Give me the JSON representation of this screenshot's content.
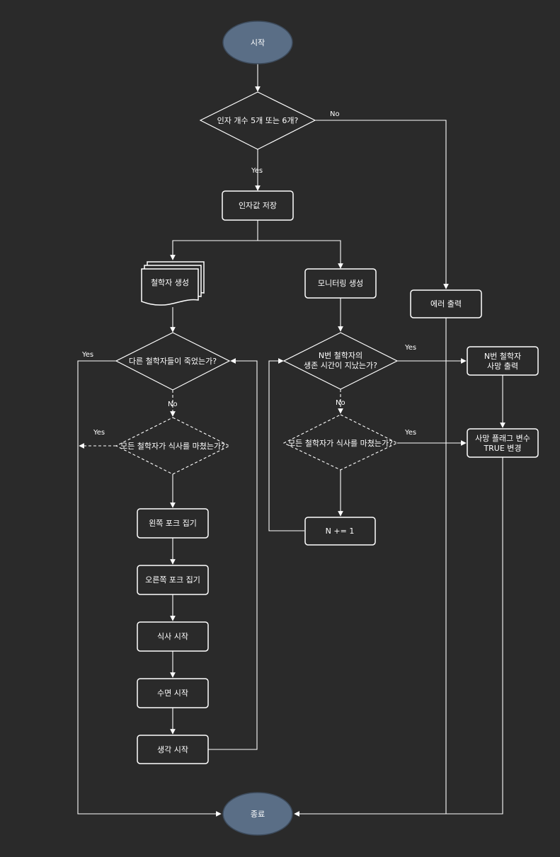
{
  "flowchart": {
    "colors": {
      "background": "#2a2a2a",
      "terminal_fill": "#5a6e86",
      "line": "#ffffff",
      "text": "#ffffff"
    },
    "nodes": {
      "start": "시작",
      "args_check": "인자 개수 5개 또는 6개?",
      "save_args": "인자값 저장",
      "create_philosophers": "철학자 생성",
      "create_monitoring": "모니터링 생성",
      "print_error": "에러 출력",
      "other_dead_check": "다른 철학자들이 죽었는가?",
      "all_ate_check_left": "모든 철학자가 식사를 마쳤는가?",
      "philosopher_time_check_line1": "N번 철학자의",
      "philosopher_time_check_line2": "생존 시간이 지났는가?",
      "print_death_line1": "N번 철학자",
      "print_death_line2": "사망 출력",
      "all_ate_check_right": "모든 철학자가 식사를 마쳤는가?",
      "set_death_flag_line1": "사망 플래그 변수",
      "set_death_flag_line2": "TRUE 변경",
      "increment_n": "N += 1",
      "pick_left_fork": "왼쪽 포크 집기",
      "pick_right_fork": "오른쪽 포크 집기",
      "start_eating": "식사 시작",
      "start_sleeping": "수면 시작",
      "start_thinking": "생각 시작",
      "end": "종료"
    },
    "edge_labels": {
      "args_no": "No",
      "args_yes": "Yes",
      "other_dead_yes": "Yes",
      "other_dead_no": "No",
      "all_ate_left_yes": "Yes",
      "time_check_yes": "Yes",
      "time_check_no": "No",
      "all_ate_right_yes": "Yes"
    }
  }
}
